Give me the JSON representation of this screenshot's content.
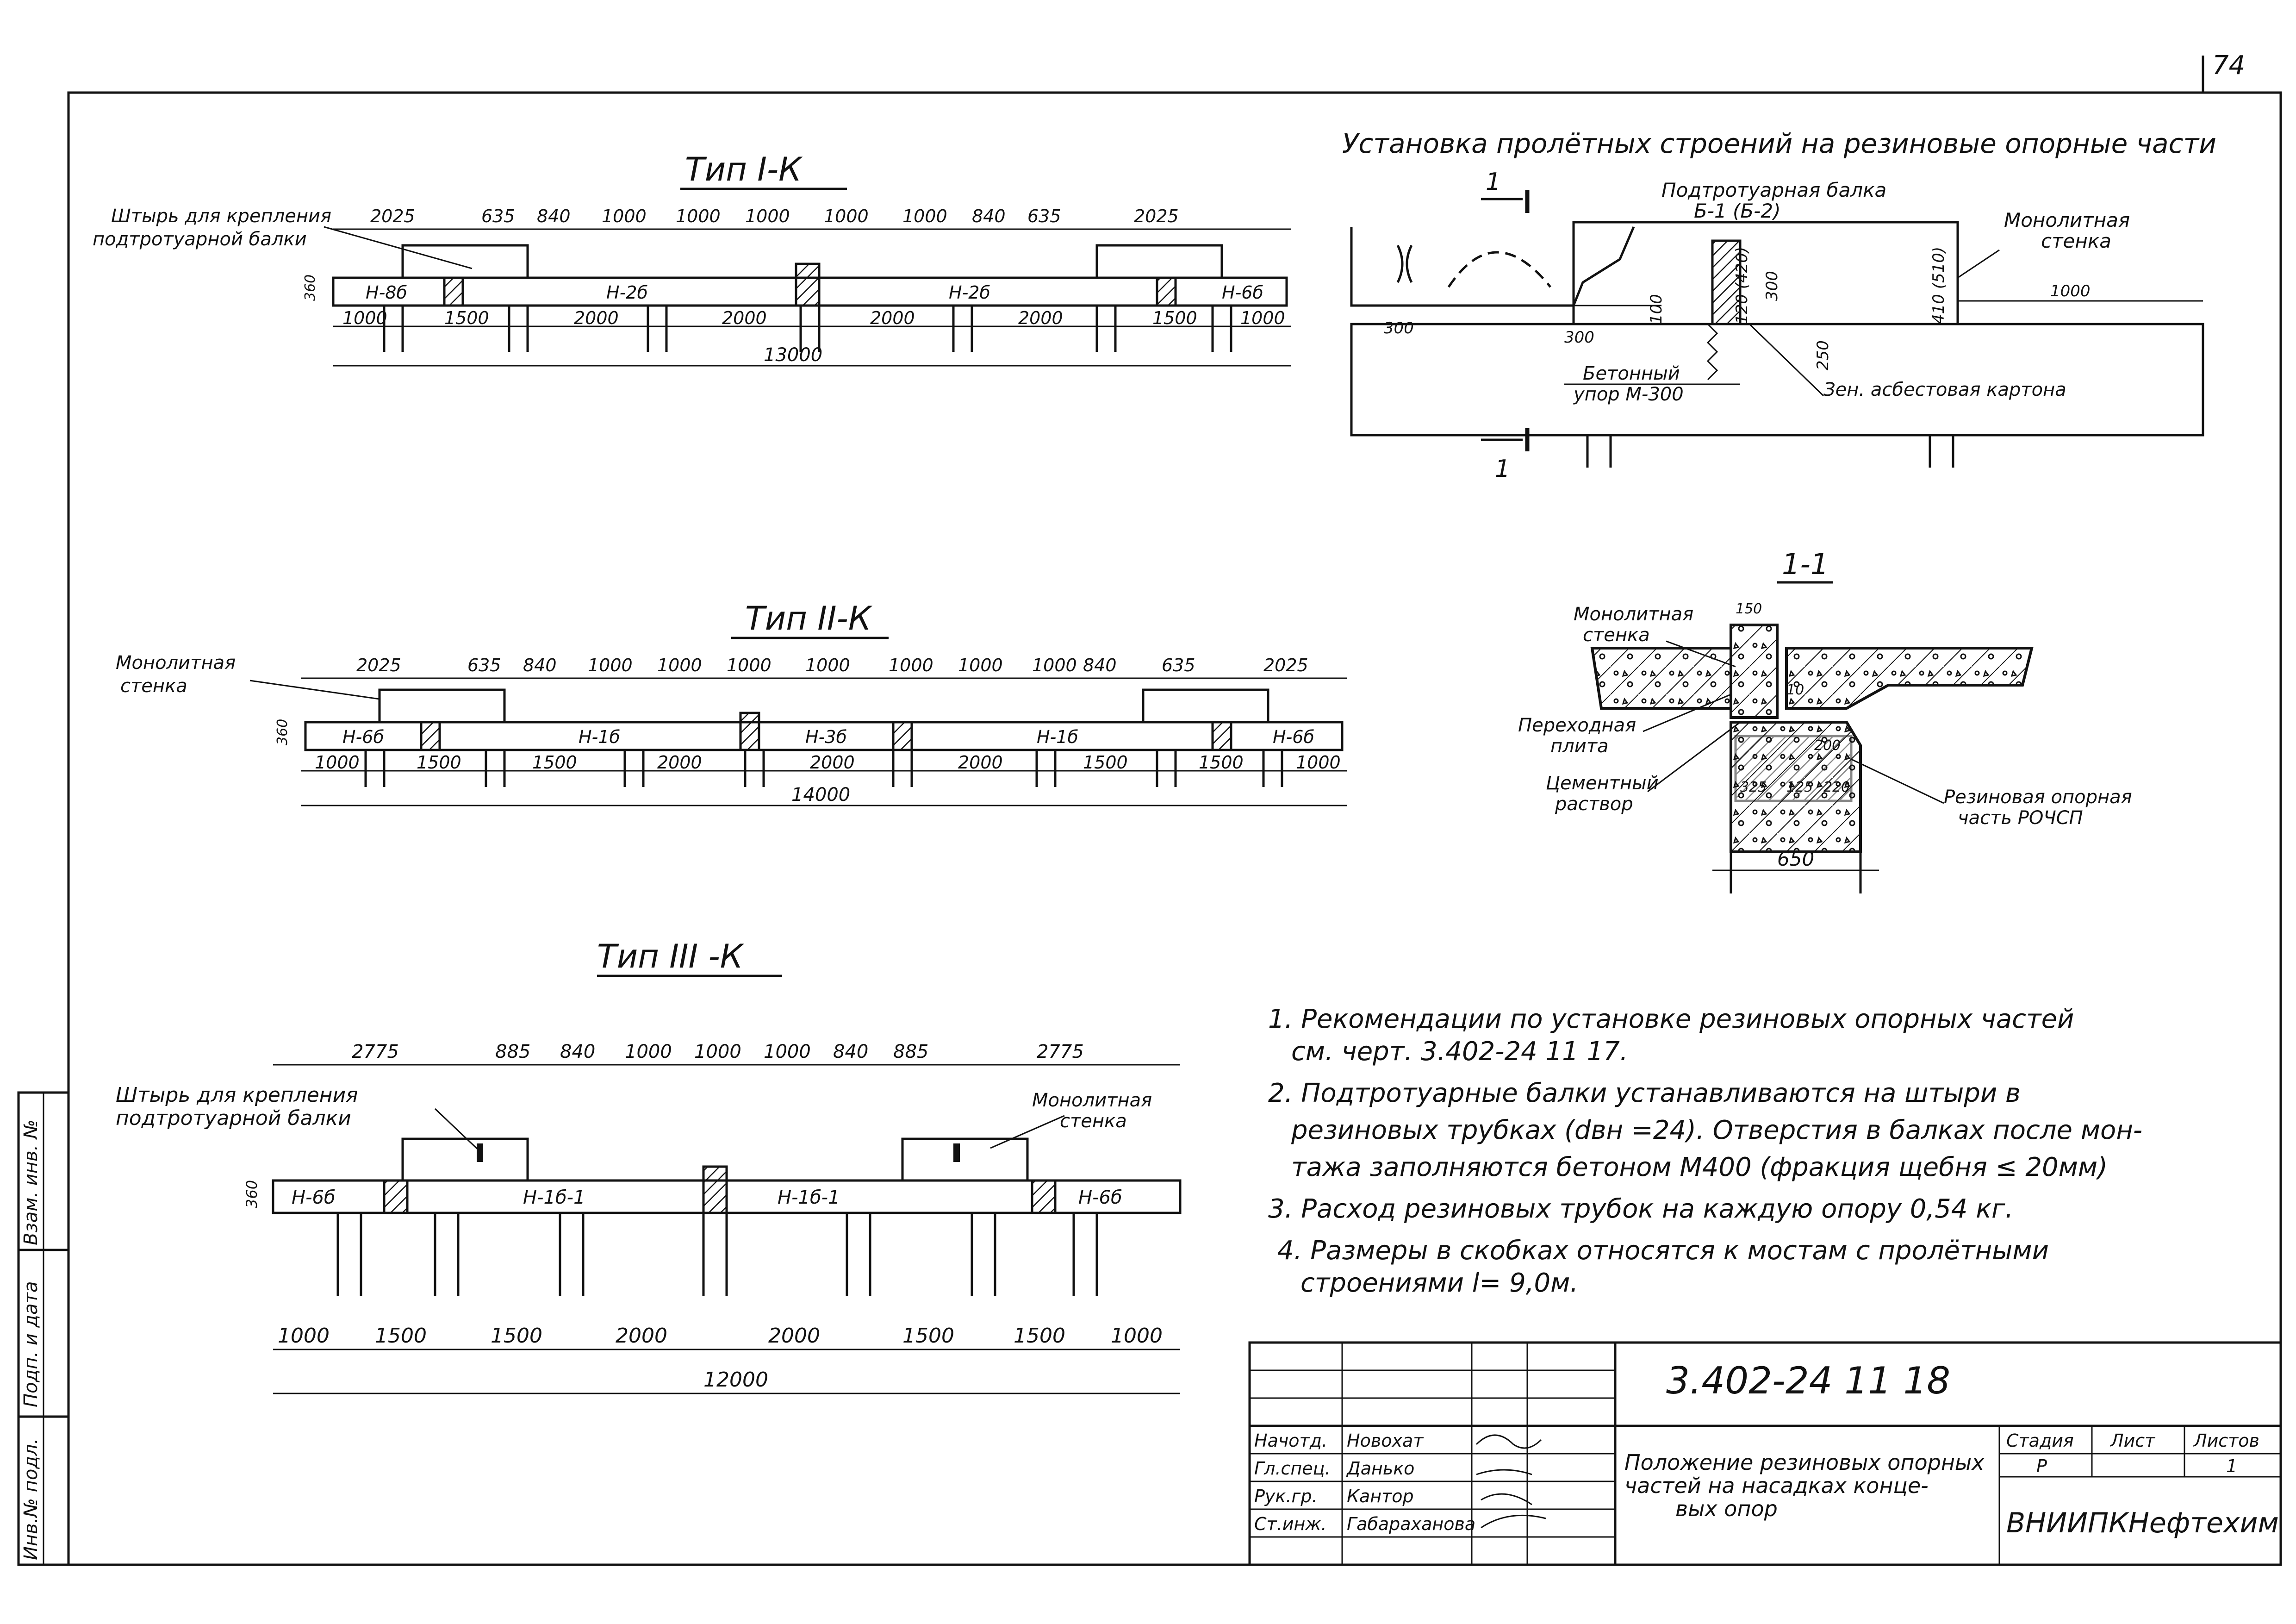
{
  "page_number": "74",
  "type1": {
    "title": "Тип I-К",
    "callout": [
      "Штырь для крепления",
      "подтротуарной балки"
    ],
    "top_dims": [
      "2025",
      "635",
      "840",
      "1000",
      "1000",
      "1000",
      "1000",
      "1000",
      "840",
      "635",
      "2025"
    ],
    "blocks": [
      "Н-8б",
      "Н-2б",
      "Н-2б",
      "Н-6б"
    ],
    "height": "360",
    "bottom_dims": [
      "1000",
      "1500",
      "2000",
      "2000",
      "2000",
      "2000",
      "1500",
      "1000"
    ],
    "total": "13000"
  },
  "type2": {
    "title": "Тип II-К",
    "callout": [
      "Монолитная",
      "стенка"
    ],
    "top_dims": [
      "2025",
      "635",
      "840",
      "1000",
      "1000",
      "1000",
      "1000",
      "1000",
      "1000",
      "1000",
      "840",
      "635",
      "2025"
    ],
    "blocks": [
      "Н-6б",
      "Н-1б",
      "Н-3б",
      "Н-1б",
      "Н-6б"
    ],
    "height": "360",
    "bottom_dims": [
      "1000",
      "1500",
      "1500",
      "2000",
      "2000",
      "2000",
      "1500",
      "1500",
      "1000"
    ],
    "total": "14000"
  },
  "type3": {
    "title": "Тип III -К",
    "callout_left": [
      "Штырь для крепления",
      "подтротуарной балки"
    ],
    "callout_right": [
      "Монолитная",
      "стенка"
    ],
    "top_dims": [
      "2775",
      "885",
      "840",
      "1000",
      "1000",
      "1000",
      "840",
      "885",
      "2775"
    ],
    "blocks": [
      "Н-6б",
      "Н-1б-1",
      "Н-1б-1",
      "Н-6б"
    ],
    "height": "360",
    "bottom_dims": [
      "1000",
      "1500",
      "1500",
      "2000",
      "2000",
      "1500",
      "1500",
      "1000"
    ],
    "total": "12000"
  },
  "detail": {
    "title": "Установка пролётных строений на резиновые опорные части",
    "section_mark": "1",
    "beam_label": [
      "Подтротуарная балка",
      "Б-1 (Б-2)"
    ],
    "wall_label": [
      "Монолитная",
      "стенка"
    ],
    "stop_label": [
      "Бетонный",
      "упор М-300"
    ],
    "asbestos_label": "Зен. асбестовая картона",
    "dims": [
      "300",
      "300",
      "1000",
      "120 (420)",
      "300",
      "410 (510)",
      "250",
      "100"
    ]
  },
  "section": {
    "title": "1-1",
    "labels": {
      "wall": [
        "Монолитная",
        "стенка"
      ],
      "plate": [
        "Переходная",
        "плита"
      ],
      "mortar": [
        "Цементный",
        "раствор"
      ],
      "bearing": [
        "Резиновая опорная",
        "часть РОЧСП"
      ]
    },
    "dims": [
      "150",
      "10",
      "200",
      "325",
      "125",
      "220",
      "650"
    ]
  },
  "notes": [
    "1. Рекомендации по установке резиновых опорных частей",
    "см. черт. 3.402-24 11 17.",
    "2. Подтротуарные балки устанавливаются на штыри в",
    "резиновых трубках (dвн =24). Отверстия в балках после мон-",
    "тажа заполняются бетоном М400 (фракция щебня ≤ 20мм)",
    "3. Расход резиновых трубок на каждую опору 0,54 кг.",
    "4. Размеры в скобках относятся к мостам с пролётными",
    "строениями l= 9,0м."
  ],
  "titleblock": {
    "code": "3.402-24   11   18",
    "rows": [
      {
        "role": "Начотд.",
        "name": "Новохат"
      },
      {
        "role": "Гл.спец.",
        "name": "Данько"
      },
      {
        "role": "Рук.гр.",
        "name": "Кантор"
      },
      {
        "role": "Ст.инж.",
        "name": "Габараханова"
      }
    ],
    "description": [
      "Положение резиновых опорных",
      "частей на насадках конце-",
      "вых опор"
    ],
    "headers": [
      "Стадия",
      "Лист",
      "Листов"
    ],
    "values": [
      "Р",
      "",
      "1"
    ],
    "org": "ВНИИПКНефтехим"
  },
  "side_stamp": [
    "Инв.№ подл.",
    "Подп. и дата",
    "Взам. инв. №"
  ]
}
